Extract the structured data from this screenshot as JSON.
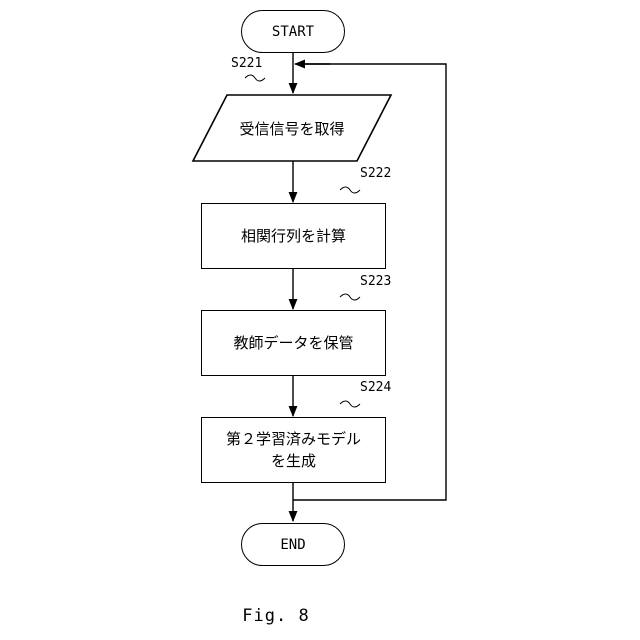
{
  "flowchart": {
    "start_label": "START",
    "end_label": "END",
    "steps": [
      {
        "id": "S221",
        "label": "受信信号を取得"
      },
      {
        "id": "S222",
        "label": "相関行列を計算"
      },
      {
        "id": "S223",
        "label": "教師データを保管"
      },
      {
        "id": "S224",
        "label_line1": "第２学習済みモデル",
        "label_line2": "を生成"
      }
    ]
  },
  "caption": "Fig. 8"
}
